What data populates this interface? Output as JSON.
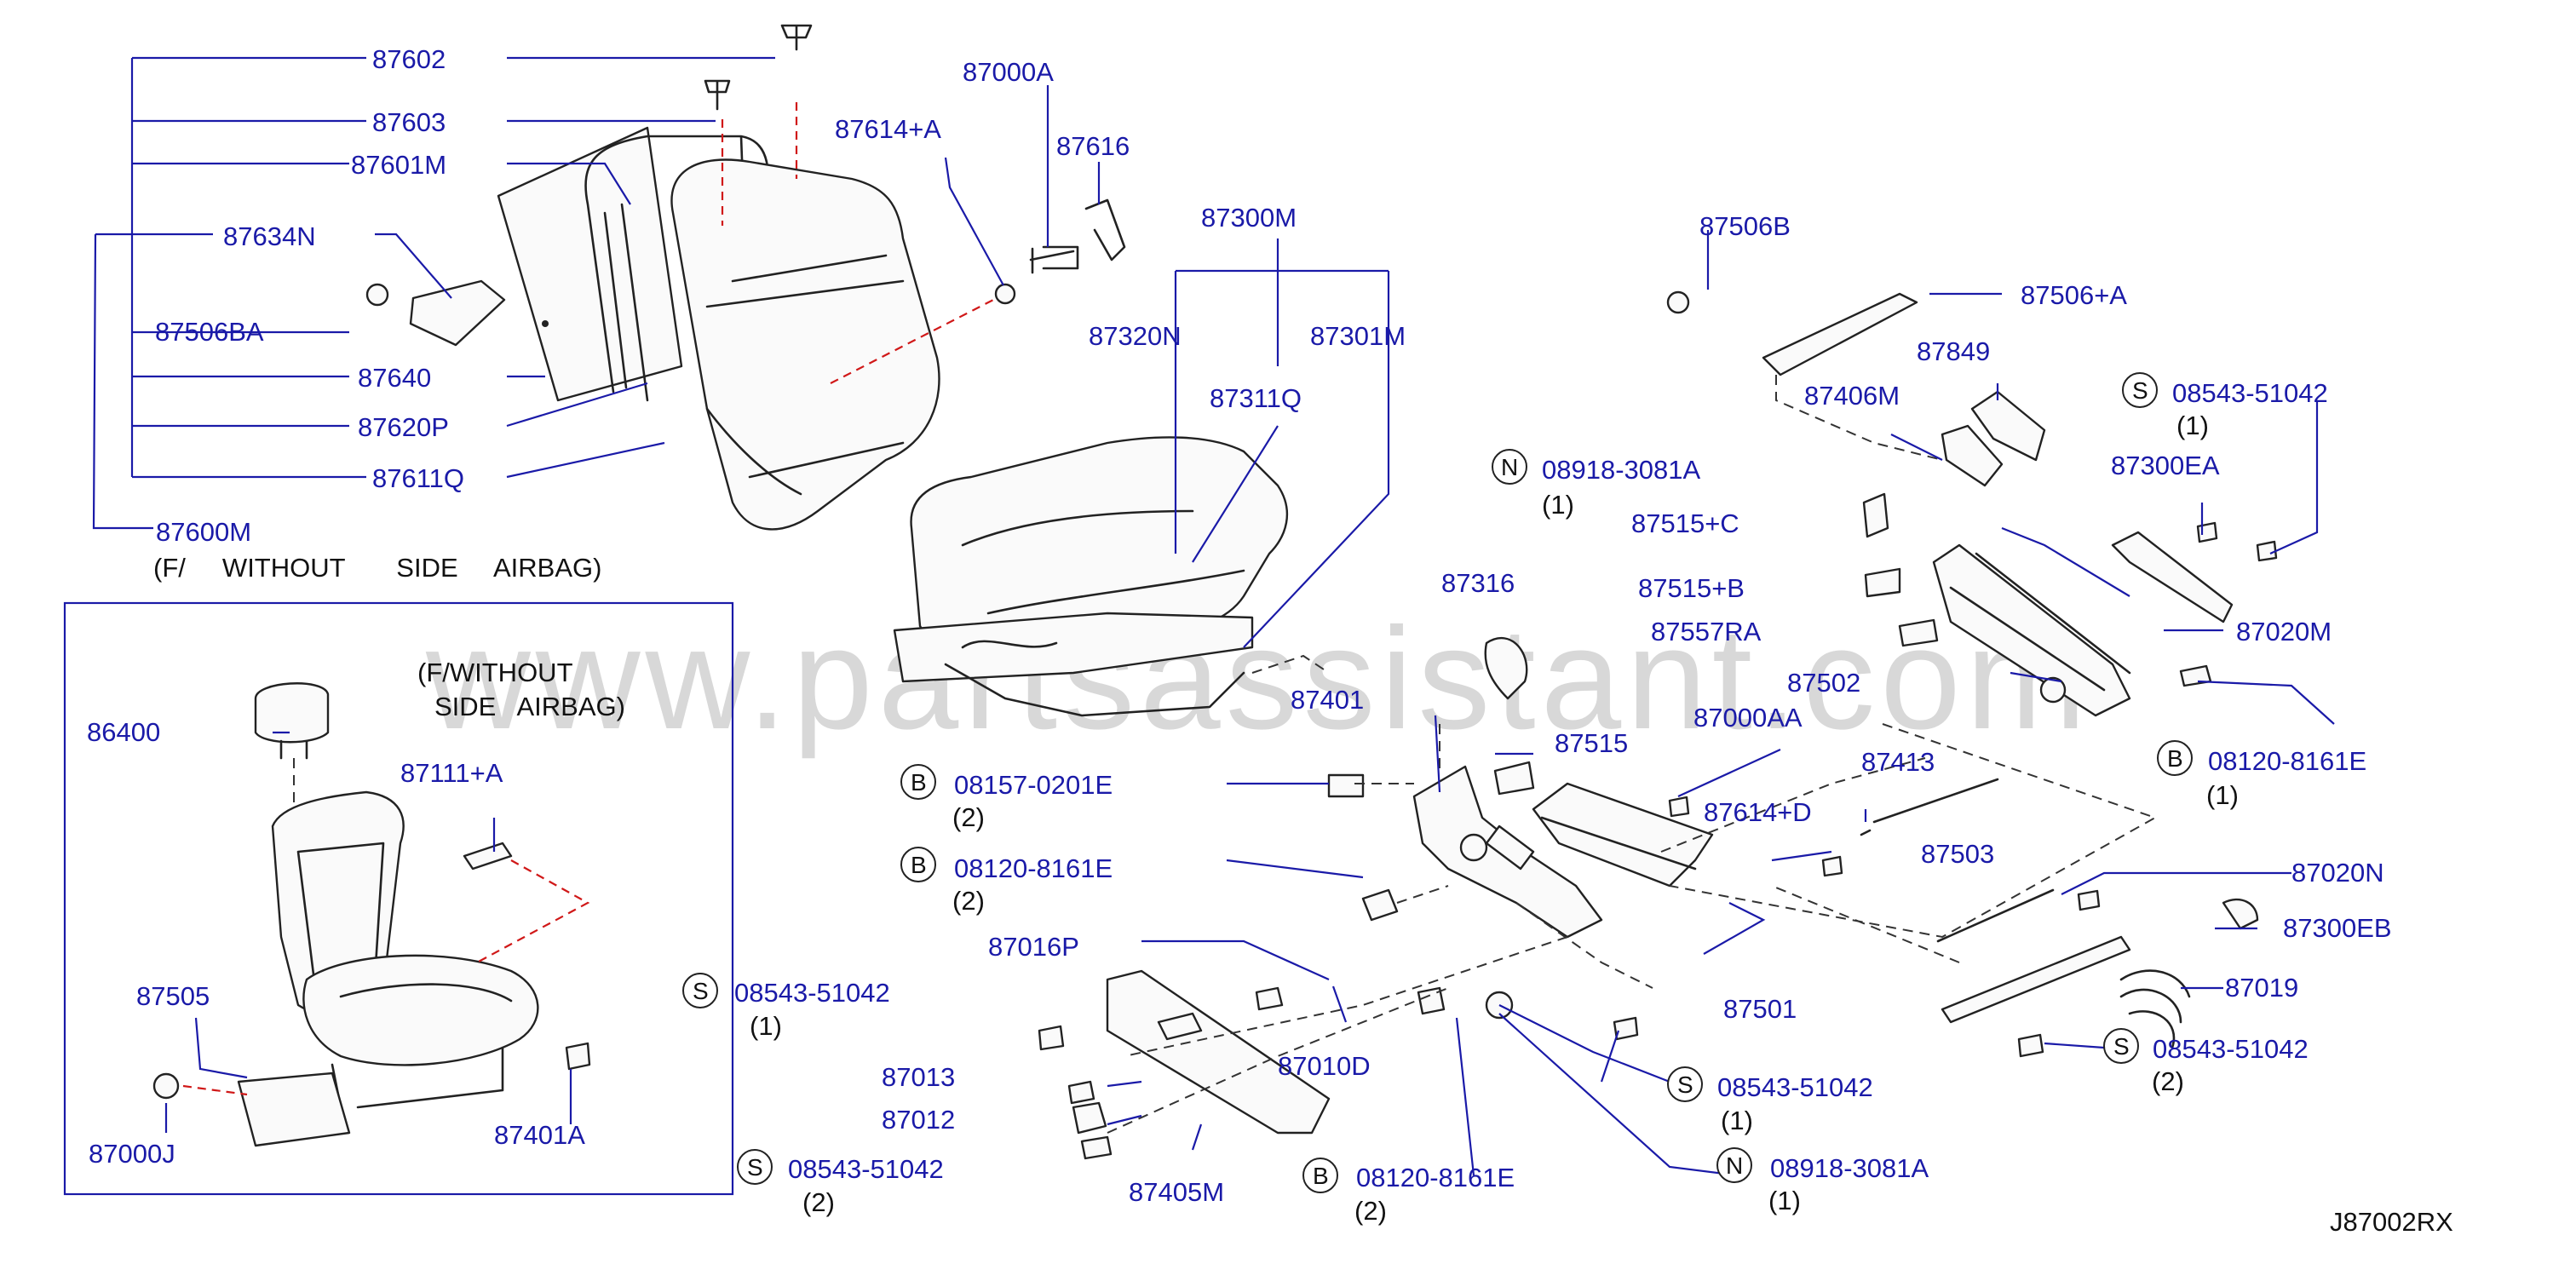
{
  "diagram": {
    "watermark": "www.partsassistant.com",
    "code": "J87002RX",
    "top_note": "(F/     WITHOUT       SIDE     AIRBAG)",
    "inset_note_1": "(F/WITHOUT",
    "inset_note_2": "SIDE   AIRBAG)",
    "labels": [
      {
        "id": "87602",
        "text": "87602"
      },
      {
        "id": "87603",
        "text": "87603"
      },
      {
        "id": "87601M",
        "text": "87601M"
      },
      {
        "id": "87634N",
        "text": "87634N"
      },
      {
        "id": "87506BA",
        "text": "87506BA"
      },
      {
        "id": "87640",
        "text": "87640"
      },
      {
        "id": "87620P",
        "text": "87620P"
      },
      {
        "id": "87611Q",
        "text": "87611Q"
      },
      {
        "id": "87600M",
        "text": "87600M"
      },
      {
        "id": "87000A",
        "text": "87000A"
      },
      {
        "id": "87614A",
        "text": "87614+A"
      },
      {
        "id": "87616",
        "text": "87616"
      },
      {
        "id": "87300M",
        "text": "87300M"
      },
      {
        "id": "87320N",
        "text": "87320N"
      },
      {
        "id": "87301M",
        "text": "87301M"
      },
      {
        "id": "87311Q",
        "text": "87311Q"
      },
      {
        "id": "87506B",
        "text": "87506B"
      },
      {
        "id": "87506A",
        "text": "87506+A"
      },
      {
        "id": "87849",
        "text": "87849"
      },
      {
        "id": "87406M",
        "text": "87406M"
      },
      {
        "id": "87300EA",
        "text": "87300EA"
      },
      {
        "id": "87515C",
        "text": "87515+C"
      },
      {
        "id": "87515B",
        "text": "87515+B"
      },
      {
        "id": "87557RA",
        "text": "87557RA"
      },
      {
        "id": "87502",
        "text": "87502"
      },
      {
        "id": "87020M",
        "text": "87020M"
      },
      {
        "id": "87316",
        "text": "87316"
      },
      {
        "id": "87401",
        "text": "87401"
      },
      {
        "id": "87515",
        "text": "87515"
      },
      {
        "id": "87000AA",
        "text": "87000AA"
      },
      {
        "id": "87413",
        "text": "87413"
      },
      {
        "id": "87614D",
        "text": "87614+D"
      },
      {
        "id": "87503",
        "text": "87503"
      },
      {
        "id": "87020N",
        "text": "87020N"
      },
      {
        "id": "87300EB",
        "text": "87300EB"
      },
      {
        "id": "87019",
        "text": "87019"
      },
      {
        "id": "87501",
        "text": "87501"
      },
      {
        "id": "87016P",
        "text": "87016P"
      },
      {
        "id": "87010D",
        "text": "87010D"
      },
      {
        "id": "87013",
        "text": "87013"
      },
      {
        "id": "87012",
        "text": "87012"
      },
      {
        "id": "87405M",
        "text": "87405M"
      },
      {
        "id": "86400",
        "text": "86400"
      },
      {
        "id": "87111A",
        "text": "87111+A"
      },
      {
        "id": "87505",
        "text": "87505"
      },
      {
        "id": "87000J",
        "text": "87000J"
      },
      {
        "id": "87401A",
        "text": "87401A"
      }
    ],
    "callouts": [
      {
        "id": "n1",
        "letter": "N",
        "text": "08918-3081A",
        "qty": "(1)"
      },
      {
        "id": "s1",
        "letter": "S",
        "text": "08543-51042",
        "qty": "(1)"
      },
      {
        "id": "b1",
        "letter": "B",
        "text": "08120-8161E",
        "qty": "(1)"
      },
      {
        "id": "b2",
        "letter": "B",
        "text": "08157-0201E",
        "qty": "(2)"
      },
      {
        "id": "b3",
        "letter": "B",
        "text": "08120-8161E",
        "qty": "(2)"
      },
      {
        "id": "s2",
        "letter": "S",
        "text": "08543-51042",
        "qty": "(1)"
      },
      {
        "id": "s3",
        "letter": "S",
        "text": "08543-51042",
        "qty": "(2)"
      },
      {
        "id": "s4",
        "letter": "S",
        "text": "08543-51042",
        "qty": "(1)"
      },
      {
        "id": "s5",
        "letter": "S",
        "text": "08543-51042",
        "qty": "(2)"
      },
      {
        "id": "b4",
        "letter": "B",
        "text": "08120-8161E",
        "qty": "(2)"
      },
      {
        "id": "n2",
        "letter": "N",
        "text": "08918-3081A",
        "qty": "(1)"
      }
    ]
  }
}
